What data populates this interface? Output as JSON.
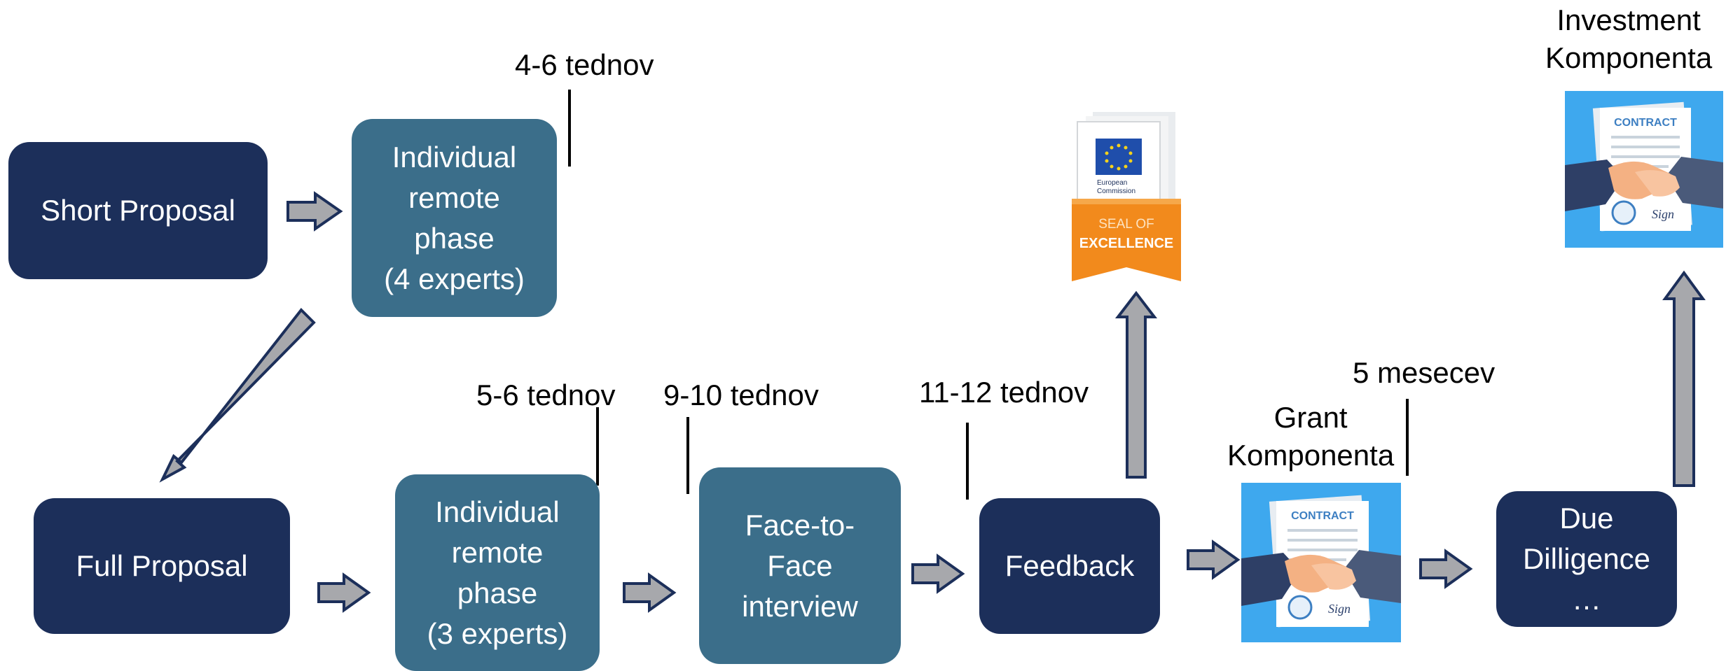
{
  "colors": {
    "dark_box": "#1c2f5a",
    "teal_box": "#3b6e8a",
    "arrow_fill": "#a7a8ac",
    "arrow_stroke": "#1c2f5a",
    "seal_orange": "#f28a1c",
    "eu_blue": "#1f4eab",
    "contract_bg": "#3ea8ee"
  },
  "boxes": {
    "short_proposal": "Short Proposal",
    "remote_phase_4": "Individual\nremote\nphase\n(4 experts)",
    "full_proposal": "Full Proposal",
    "remote_phase_3": "Individual\nremote\nphase\n(3 experts)",
    "face_to_face": "Face-to-\nFace\ninterview",
    "feedback": "Feedback",
    "due_diligence": "Due\nDilligence\n…"
  },
  "durations": {
    "remote_4": "4-6 tednov",
    "remote_3": "5-6 tednov",
    "interview": "9-10 tednov",
    "feedback": "11-12 tednov",
    "grant": "5 mesecev"
  },
  "labels": {
    "grant_component": "Grant\nKomponenta",
    "investment_component": "Investment\nKomponenta"
  },
  "seal": {
    "org_line1": "European",
    "org_line2": "Commission",
    "line1": "SEAL OF",
    "line2": "EXCELLENCE"
  },
  "contract_image": {
    "title": "CONTRACT",
    "signature": "Sign"
  },
  "icons": {
    "arrow": "block-arrow-icon",
    "seal": "seal-of-excellence-icon",
    "contract": "contract-handshake-icon"
  }
}
